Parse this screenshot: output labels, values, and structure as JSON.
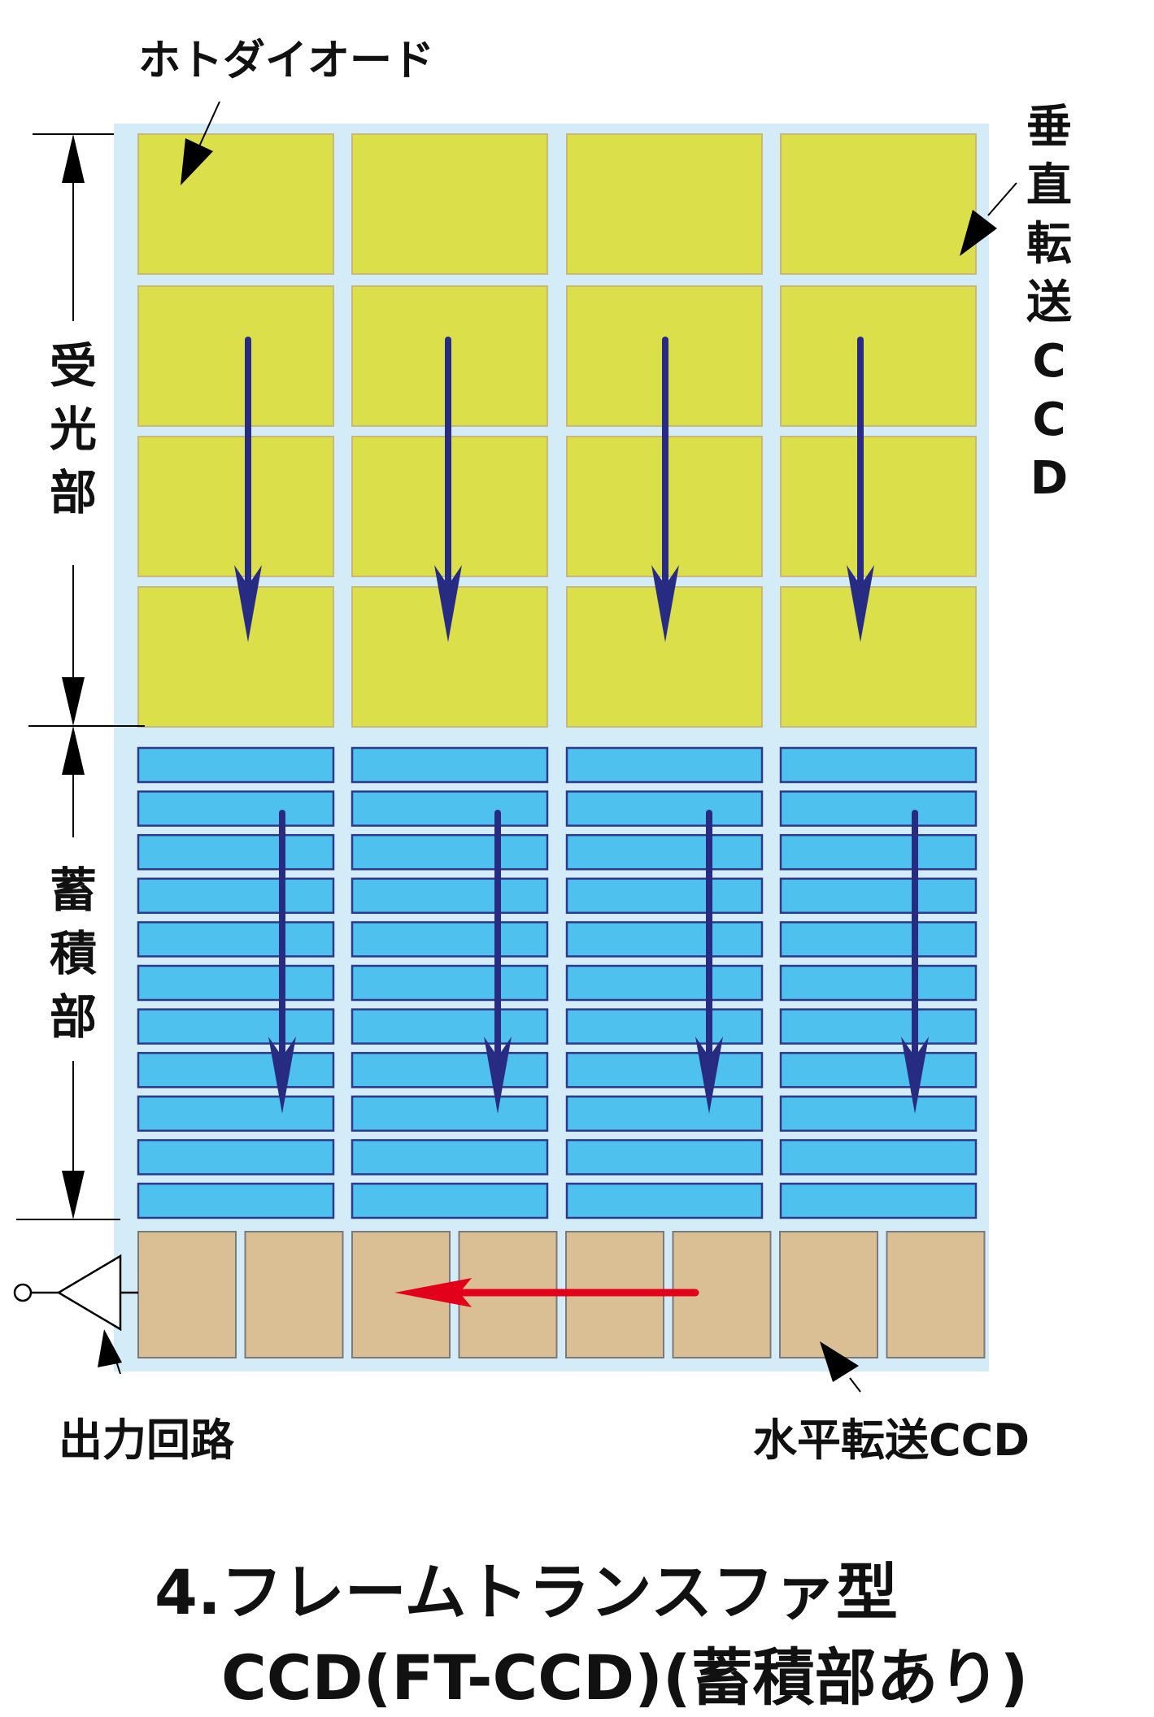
{
  "labels": {
    "photodiode": "ホトダイオード",
    "vertical_ccd": "垂直転送CCD",
    "light_receiving": "受光部",
    "storage": "蓄積部",
    "output_circuit": "出力回路",
    "horizontal_ccd": "水平転送CCD"
  },
  "caption": {
    "line1": "4.フレームトランスファ型",
    "line2": "CCD(FT-CCD)(蓄積部あり)"
  },
  "colors": {
    "panel_bg": "#d4ecf8",
    "photodiode_fill": "#dbe04a",
    "photodiode_stroke": "#c9b877",
    "storage_fill": "#4ec1ef",
    "storage_stroke": "#2d3a8c",
    "hccd_fill": "#dbbf94",
    "hccd_stroke": "#7a7a7a",
    "vertical_arrow": "#272c82",
    "horizontal_arrow": "#e2001a"
  }
}
